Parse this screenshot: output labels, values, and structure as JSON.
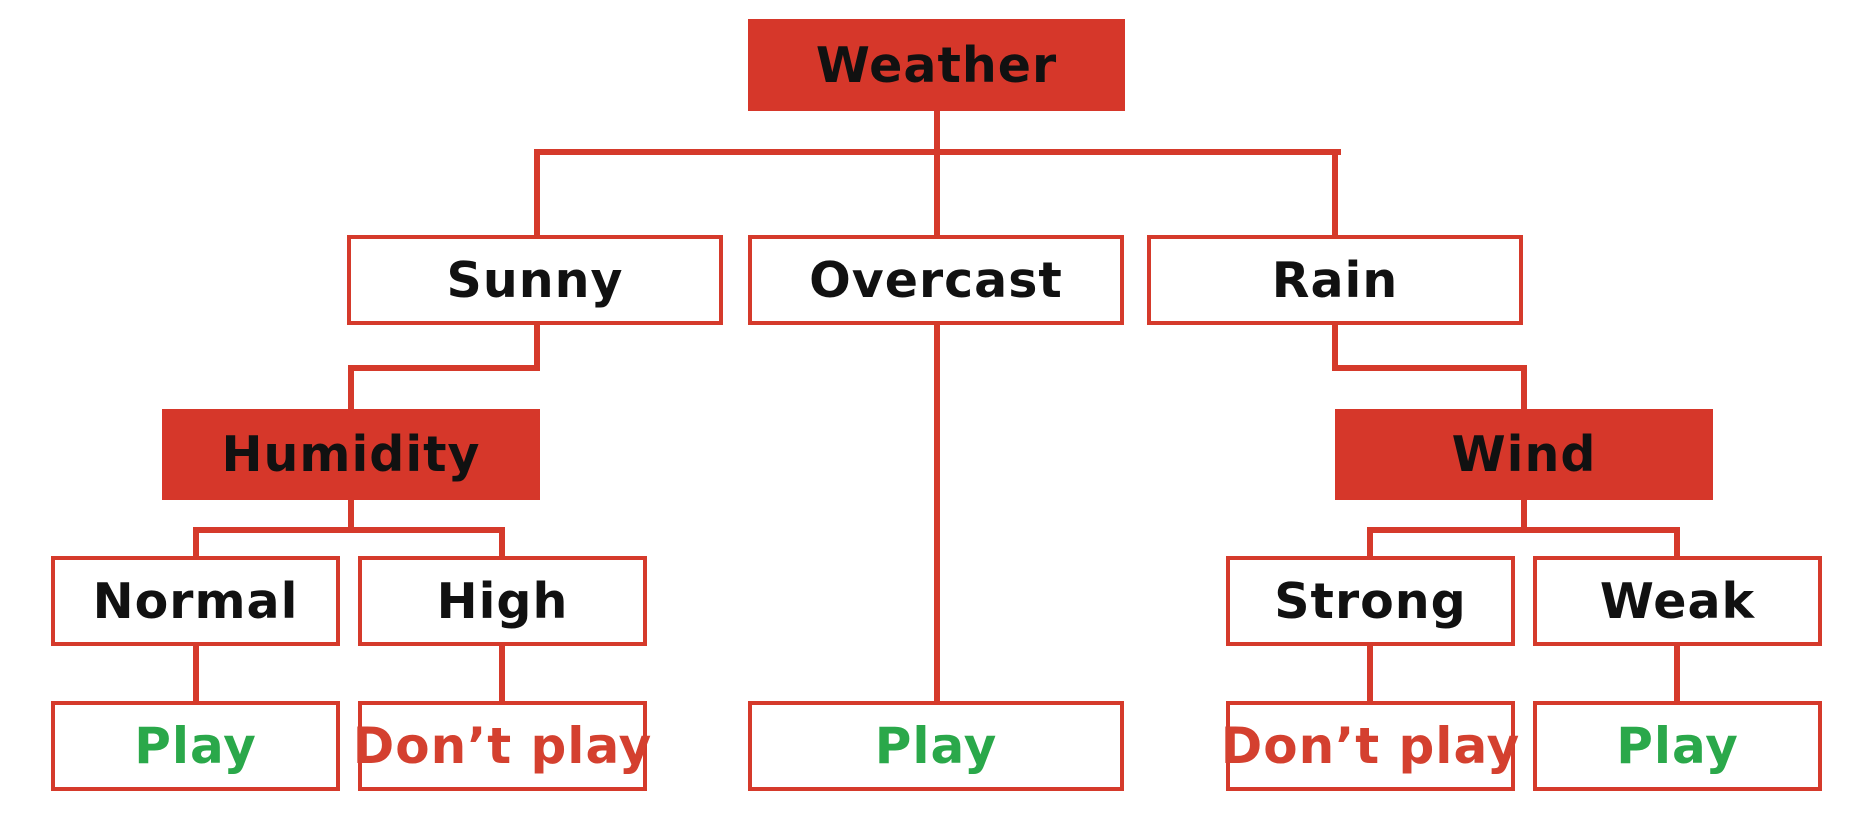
{
  "root": {
    "label": "Weather"
  },
  "weather_values": {
    "sunny": "Sunny",
    "overcast": "Overcast",
    "rain": "Rain"
  },
  "humidity": {
    "label": "Humidity",
    "normal": "Normal",
    "high": "High"
  },
  "wind": {
    "label": "Wind",
    "strong": "Strong",
    "weak": "Weak"
  },
  "outcomes": {
    "normal": "Play",
    "high": "Don’t play",
    "overcast": "Play",
    "strong": "Don’t play",
    "weak": "Play"
  },
  "colors": {
    "accent_red": "#d6372a",
    "line_red": "#d53a2b",
    "play_green": "#2aa84a",
    "dont_play_red": "#d4402f"
  }
}
